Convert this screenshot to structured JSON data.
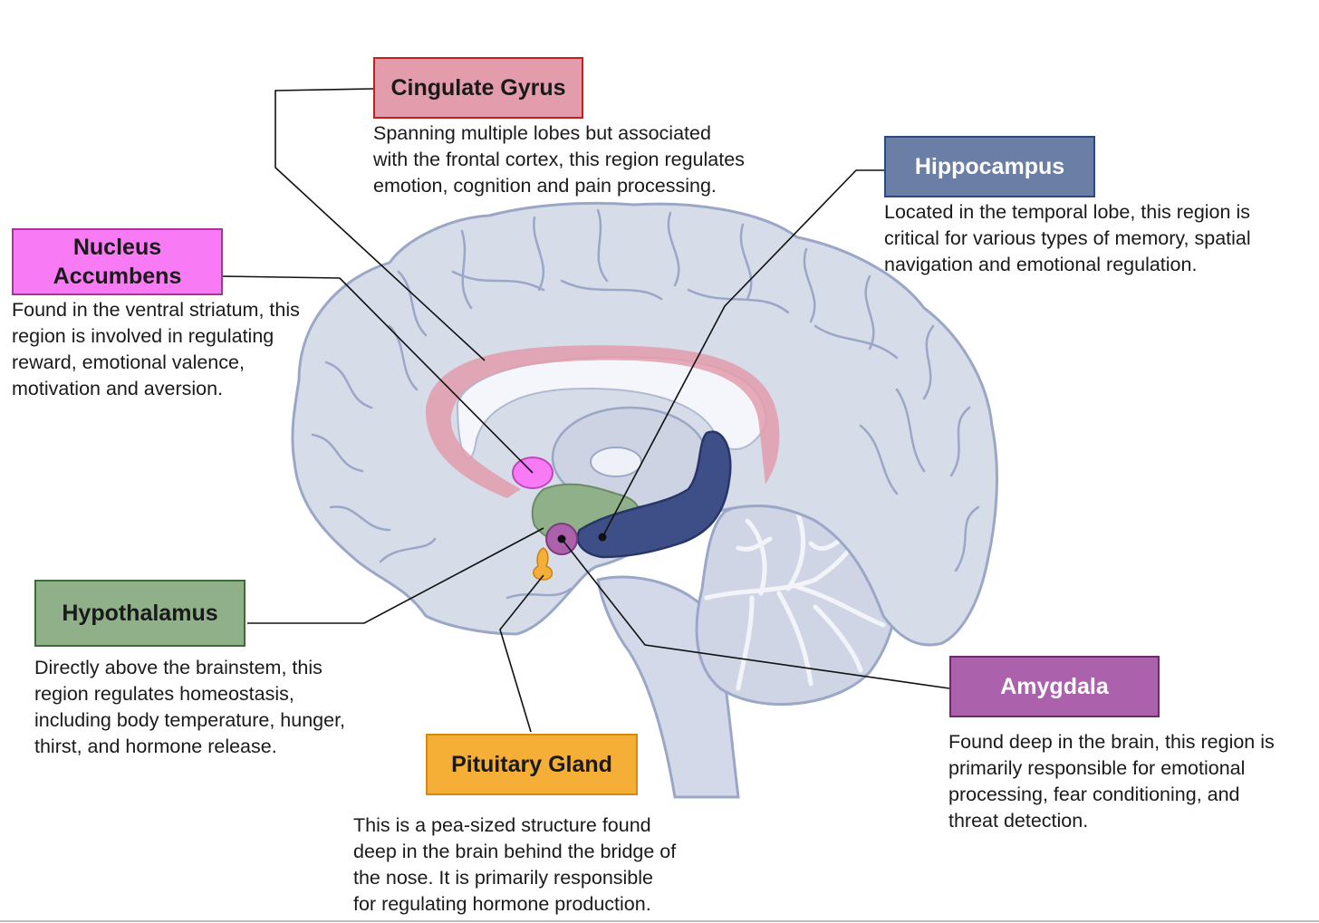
{
  "colors": {
    "cingulate": "#e39cab",
    "nucleus": "#f97af5",
    "hippocampus": "#6b7fa6",
    "hypothalamus": "#8fb089",
    "pituitary": "#f5ae36",
    "amygdala": "#ac61ad",
    "brain_fill": "#d7dce9",
    "brain_stroke": "#9aa7c7"
  },
  "labels": {
    "cingulate": {
      "title": [
        "Cingulate Gyrus"
      ],
      "desc": [
        "Spanning multiple lobes but associated",
        "with the frontal cortex, this region regulates",
        "emotion, cognition and pain processing."
      ]
    },
    "hippocampus": {
      "title": [
        "Hippocampus"
      ],
      "desc": [
        "Located in the temporal lobe, this region is",
        "critical for various types of memory, spatial",
        "navigation and emotional regulation."
      ]
    },
    "nucleus": {
      "title": [
        "Nucleus",
        "Accumbens"
      ],
      "desc": [
        "Found in the ventral striatum, this",
        "region is involved in regulating",
        "reward, emotional valence,",
        "motivation and aversion."
      ]
    },
    "hypothalamus": {
      "title": [
        "Hypothalamus"
      ],
      "desc": [
        "Directly above the brainstem, this",
        "region regulates homeostasis,",
        "including body temperature, hunger,",
        "thirst, and hormone release."
      ]
    },
    "pituitary": {
      "title": [
        "Pituitary Gland"
      ],
      "desc": [
        "This is a pea-sized structure found",
        "deep in the brain behind the bridge of",
        "the nose. It is primarily responsible",
        "for regulating hormone production."
      ]
    },
    "amygdala": {
      "title": [
        "Amygdala"
      ],
      "desc": [
        "Found deep in the brain, this region is",
        "primarily responsible for emotional",
        "processing, fear conditioning, and",
        "threat detection."
      ]
    }
  }
}
